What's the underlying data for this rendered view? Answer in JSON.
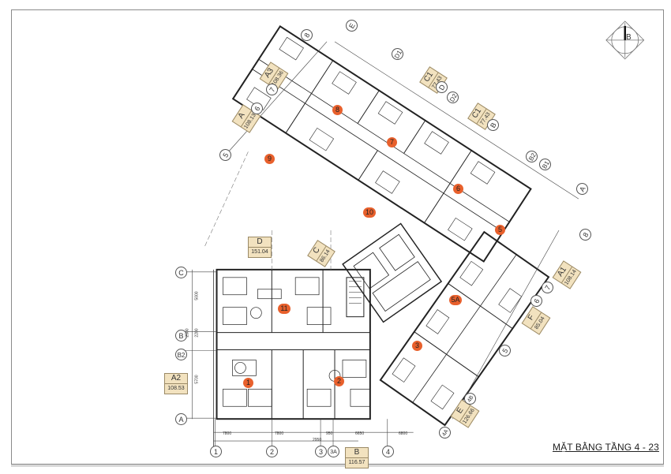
{
  "drawing": {
    "title": "MẶT BẰNG TẦNG 4 - 23",
    "north_marker": "B",
    "colors": {
      "unit_tag_fill": "#f2e2bf",
      "apartment_marker": "#e8602c",
      "line": "#333333",
      "frame": "#8a8a8a"
    }
  },
  "unit_tags": [
    {
      "name": "D",
      "area": "151.04"
    },
    {
      "name": "A2",
      "area": "108.53"
    },
    {
      "name": "B",
      "area": "116.57"
    },
    {
      "name": "A3",
      "area": "108.36"
    },
    {
      "name": "A",
      "area": "108.13"
    },
    {
      "name": "C1",
      "area": "77.43"
    },
    {
      "name": "C1",
      "area": "77.43"
    },
    {
      "name": "C",
      "area": "86.14"
    },
    {
      "name": "A1",
      "area": "108.14"
    },
    {
      "name": "F",
      "area": "85.04"
    },
    {
      "name": "E",
      "area": "126.66"
    }
  ],
  "apartments": [
    "1",
    "2",
    "3",
    "5",
    "5A",
    "6",
    "7",
    "8",
    "9",
    "10",
    "11"
  ],
  "grid_axes": {
    "horizontal_left": [
      "C",
      "B",
      "B2",
      "A"
    ],
    "vertical_bottom": [
      "1",
      "2",
      "3",
      "3A",
      "4"
    ],
    "upper_wing": [
      "E",
      "D1",
      "D",
      "D2",
      "B",
      "B2",
      "B1",
      "A",
      "8",
      "7",
      "6",
      "5"
    ],
    "right_wing": [
      "8",
      "7",
      "6",
      "5",
      "4B",
      "4A"
    ]
  },
  "dimensions": {
    "bottom": [
      "7800",
      "7800",
      "950",
      "6650",
      "6800"
    ],
    "bottom_total": "2950",
    "left": [
      "5000",
      "2500",
      "2200",
      "5700"
    ]
  }
}
